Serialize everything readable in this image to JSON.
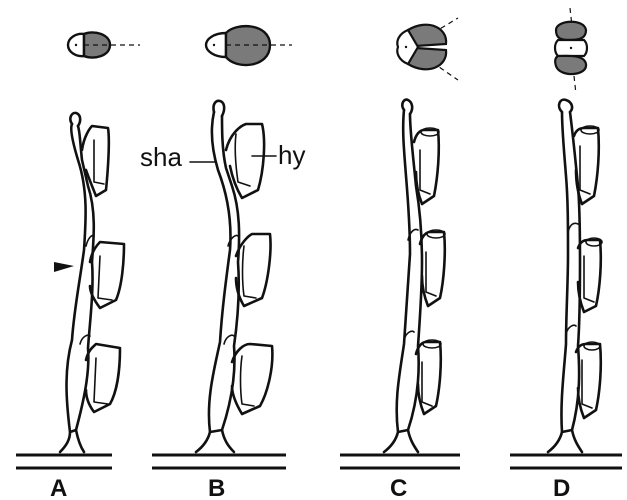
{
  "figure": {
    "panels": [
      {
        "label": "A",
        "cross_section": "one-sided",
        "arrowhead": true
      },
      {
        "label": "B",
        "cross_section": "one-sided-large",
        "arrowhead": false
      },
      {
        "label": "C",
        "cross_section": "three-lobed",
        "arrowhead": false
      },
      {
        "label": "D",
        "cross_section": "stacked-lobes",
        "arrowhead": false
      }
    ],
    "callouts": {
      "shaft": "sha",
      "hydrotheca": "hy"
    },
    "colors": {
      "ink": "#111111",
      "shade": "#7a7a7a",
      "background": "#ffffff"
    }
  }
}
